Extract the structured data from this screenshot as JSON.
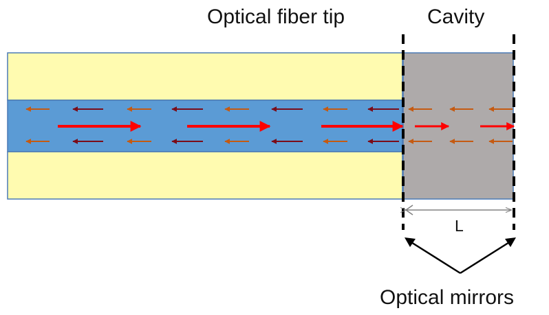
{
  "labels": {
    "fiber_tip": "Optical fiber tip",
    "cavity": "Cavity",
    "length": "L",
    "mirrors": "Optical mirrors"
  },
  "colors": {
    "cladding": "#fffbb0",
    "core": "#5b9bd5",
    "cavity": "#aeaaaa",
    "forward_arrow": "#ff0000",
    "back_arrow_light": "#c55a11",
    "back_arrow_dark": "#7b0c18",
    "mirror_line": "#000000",
    "outline": "#4a7ab5"
  },
  "icons": {
    "forward_arrow": "right-arrow-icon",
    "backward_arrow": "left-arrow-icon",
    "dimension": "double-arrow-icon"
  }
}
